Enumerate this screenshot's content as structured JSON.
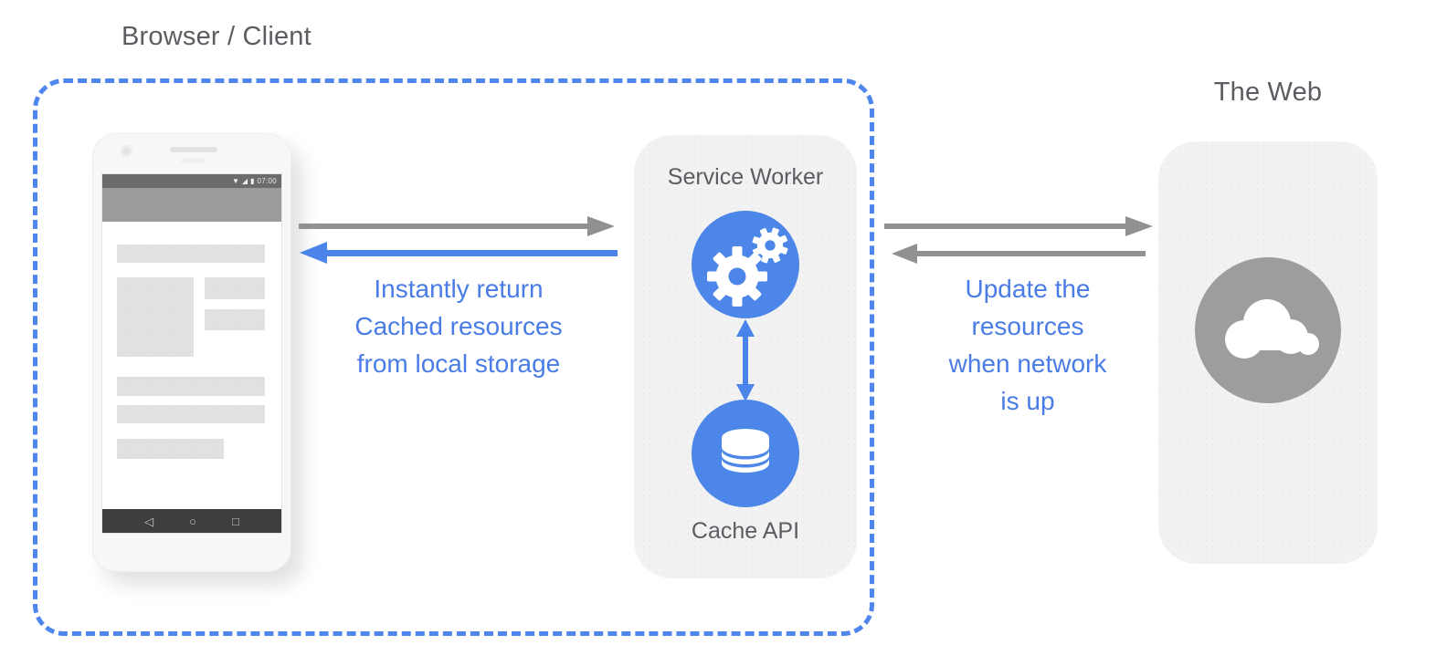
{
  "diagram": {
    "browser_title": "Browser / Client",
    "web_title": "The Web",
    "service_worker": {
      "title": "Service Worker",
      "cache_label": "Cache API"
    },
    "annotations": {
      "cache_return": {
        "lines": [
          "Instantly return",
          "Cached resources",
          "from local storage"
        ]
      },
      "network_update": {
        "lines": [
          "Update the",
          "resources",
          "when network",
          "is up"
        ]
      }
    },
    "phone": {
      "status_time": "07:00",
      "icons": {
        "wifi": "▼",
        "signal": "◢",
        "battery": "▮"
      },
      "nav": {
        "back": "◁",
        "home": "○",
        "recents": "□"
      }
    },
    "colors": {
      "accent_blue": "#4c86e8",
      "border_blue": "#4e86ee",
      "text_blue": "#4a7ce6",
      "arrow_gray": "#8f9193",
      "panel_gray": "#f2f2f3",
      "cloud_gray": "#9d9d9e",
      "title_gray": "#5a5d61"
    }
  }
}
